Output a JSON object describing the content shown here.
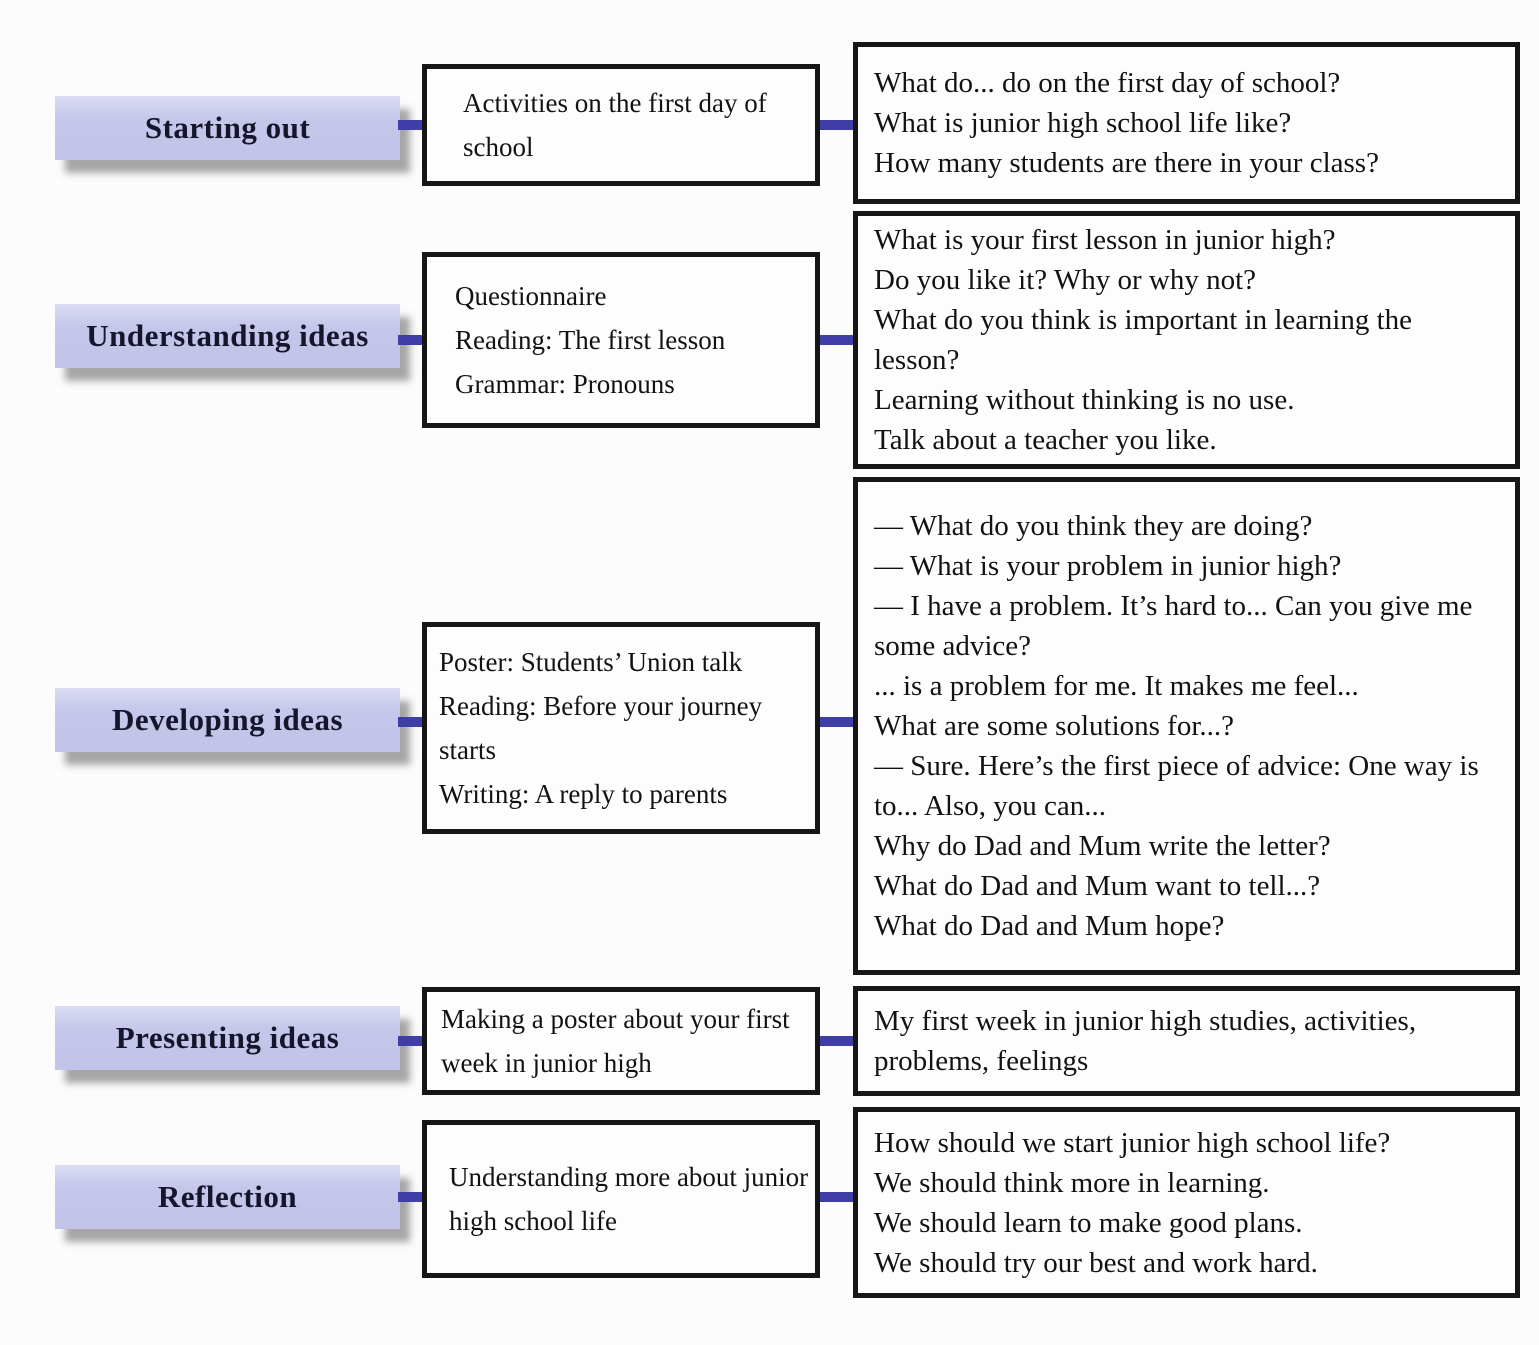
{
  "page": {
    "background": "#fcfcfc"
  },
  "colors": {
    "stage_fill": "#c4c5ea",
    "stage_fill_top": "#dcddf4",
    "stage_shadow": "#8a8a8a",
    "connector": "#3e3ea6",
    "box_border": "#161616",
    "box_fill": "#fdfdfd",
    "text": "#121212"
  },
  "diagram": {
    "rows": [
      {
        "stage": "Starting out",
        "content": [
          "Activities on the first day of school"
        ],
        "details": [
          "What do... do on the first day of school?",
          "What is junior high school life like?",
          "How many students are there in your class?"
        ]
      },
      {
        "stage": "Understanding ideas",
        "content": [
          "Questionnaire",
          "Reading: The first lesson",
          "Grammar: Pronouns"
        ],
        "details": [
          "What is your first lesson in junior high?",
          "Do you like it? Why or why not?",
          "What do you think is important in learning the lesson?",
          "Learning without thinking is no use.",
          "Talk about a teacher you like."
        ]
      },
      {
        "stage": "Developing ideas",
        "content": [
          "Poster: Students’ Union talk",
          "Reading: Before your journey starts",
          "Writing: A reply to parents"
        ],
        "details": [
          "— What do you think they are doing?",
          "— What is your problem in junior high?",
          "— I have a problem. It’s hard to... Can you give me some advice?",
          "... is a problem for me. It makes me feel...",
          "What are some solutions for...?",
          "— Sure. Here’s the first piece of advice: One way is to... Also, you can...",
          "Why do Dad and Mum write the letter?",
          "What do Dad and Mum want to tell...?",
          "What do Dad and Mum hope?"
        ]
      },
      {
        "stage": "Presenting ideas",
        "content": [
          "Making a poster about your first week in junior high"
        ],
        "details": [
          "My first week in junior high studies, activities, problems, feelings"
        ]
      },
      {
        "stage": "Reflection",
        "content": [
          "Understanding more about junior high school life"
        ],
        "details": [
          "How should we start junior high school life?",
          "We should think more in learning.",
          "We should learn to make good plans.",
          "We should try our best and work hard."
        ]
      }
    ]
  }
}
